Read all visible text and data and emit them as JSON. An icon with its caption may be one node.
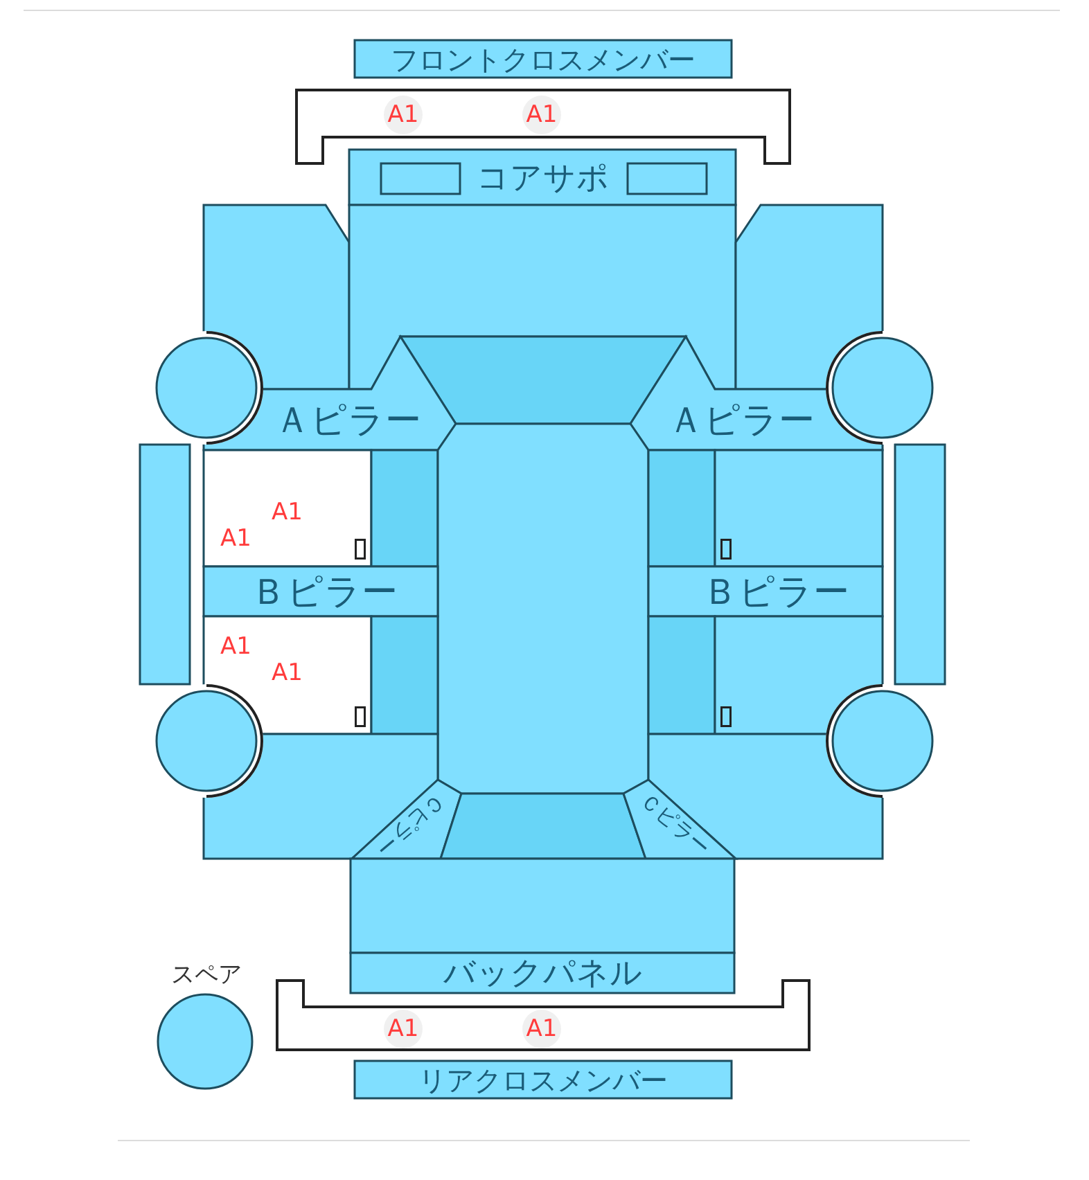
{
  "diagram": {
    "nodes": [
      {
        "text": [
          "フロントクロスメンバー"
        ]
      },
      {
        "text": [
          "A1",
          "A1"
        ]
      },
      {
        "text": [
          "コアサポ"
        ]
      },
      {
        "text": [],
        "shape": "box",
        "in": 2
      },
      {
        "text": [],
        "shape": "box",
        "in": 2
      },
      {
        "text": [],
        "shape": "box"
      },
      {
        "text": [],
        "shape": "box"
      },
      {
        "text": [],
        "shape": "box"
      },
      {
        "text": [],
        "shape": "trapezoid"
      },
      {
        "text": [],
        "shape": "circle"
      },
      {
        "text": [
          "Ａピラー"
        ]
      },
      {
        "text": [
          "Ａピラー"
        ]
      },
      {
        "text": [],
        "shape": "circle"
      },
      {
        "text": [],
        "shape": "bar"
      },
      {
        "text": [
          "A1",
          "A1"
        ]
      },
      {
        "text": [],
        "shape": "box"
      },
      {
        "text": [],
        "shape": "box"
      },
      {
        "text": [],
        "shape": "box"
      },
      {
        "text": [],
        "shape": "box"
      },
      {
        "text": [],
        "shape": "bar"
      },
      {
        "text": [
          "Ｂピラー"
        ]
      },
      {
        "text": [
          "Ｂピラー"
        ]
      },
      {
        "text": [
          "A1",
          "A1"
        ]
      },
      {
        "text": [],
        "shape": "box"
      },
      {
        "text": [],
        "shape": "box"
      },
      {
        "text": [],
        "shape": "box"
      },
      {
        "text": [],
        "shape": "circle"
      },
      {
        "text": [],
        "shape": "circle"
      },
      {
        "text": [],
        "shape": "box"
      },
      {
        "text": [],
        "shape": "box"
      },
      {
        "text": [
          "Ｃピラー"
        ]
      },
      {
        "text": [],
        "shape": "trapezoid"
      },
      {
        "text": [
          "Ｃピラー"
        ]
      },
      {
        "text": [],
        "shape": "box"
      },
      {
        "text": [
          "バックパネル"
        ]
      },
      {
        "text": [
          "スペア"
        ]
      },
      {
        "text": [
          "A1",
          "A1"
        ]
      },
      {
        "text": [
          "リアクロスメンバー"
        ]
      }
    ]
  }
}
